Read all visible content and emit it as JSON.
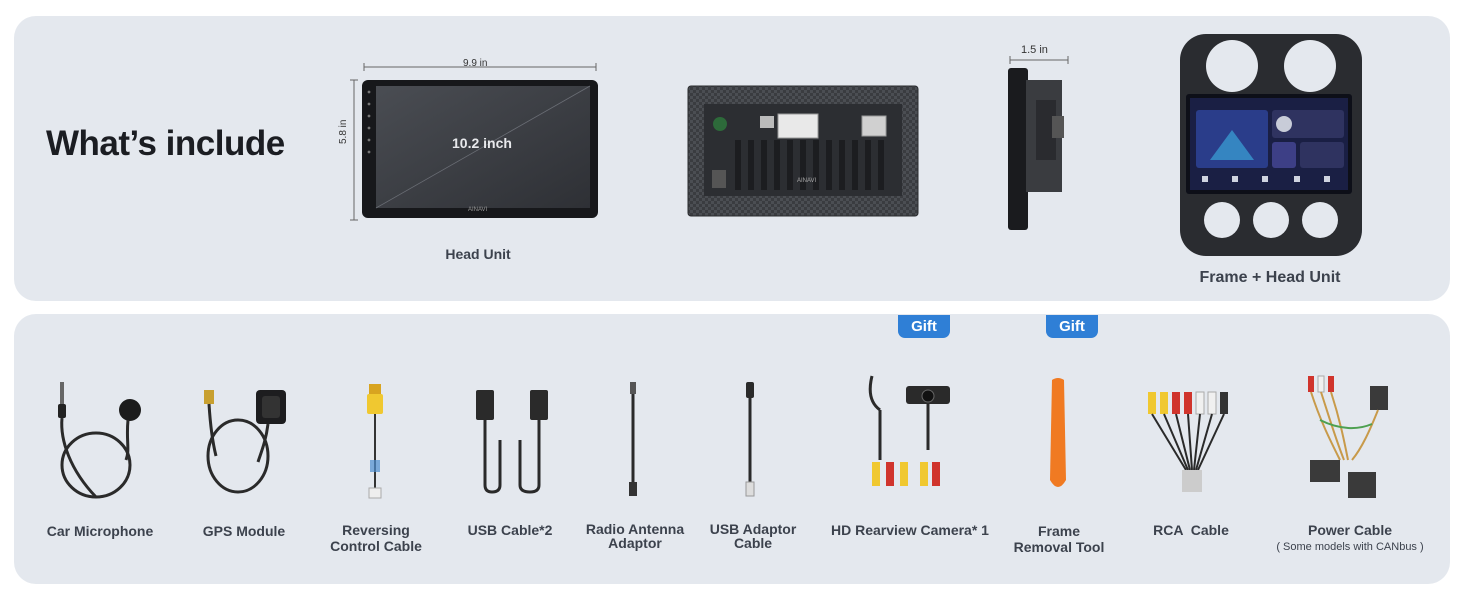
{
  "headline": "What’s include",
  "main_items": {
    "head_unit": {
      "label": "Head Unit",
      "width_dim": "9.9 in",
      "height_dim": "5.8 in",
      "screen_size": "10.2 inch",
      "brand": "AINAVI"
    },
    "back_view": {
      "brand": "AINAVI"
    },
    "side_view": {
      "depth_dim": "1.5 in"
    },
    "frame_unit": {
      "label": "Frame + Head Unit"
    }
  },
  "accessories": [
    {
      "label": "Car Microphone"
    },
    {
      "label": "GPS Module"
    },
    {
      "label_line1": "Reversing",
      "label_line2": "Control Cable"
    },
    {
      "label": "USB Cable*2"
    },
    {
      "label_line1": "Radio Antenna",
      "label_line2": "Adaptor"
    },
    {
      "label_line1": "USB Adaptor",
      "label_line2": "Cable"
    },
    {
      "label": "HD Rearview Camera* 1",
      "badge": "Gift"
    },
    {
      "label_line1": "Frame",
      "label_line2": "Removal Tool",
      "badge": "Gift"
    },
    {
      "label": "RCA  Cable"
    },
    {
      "label": "Power Cable",
      "note": "( Some models with CANbus )"
    }
  ],
  "colors": {
    "panel_bg": "#e4e8ee",
    "gift_badge": "#2f7fd6",
    "tool_orange": "#f07a22"
  }
}
